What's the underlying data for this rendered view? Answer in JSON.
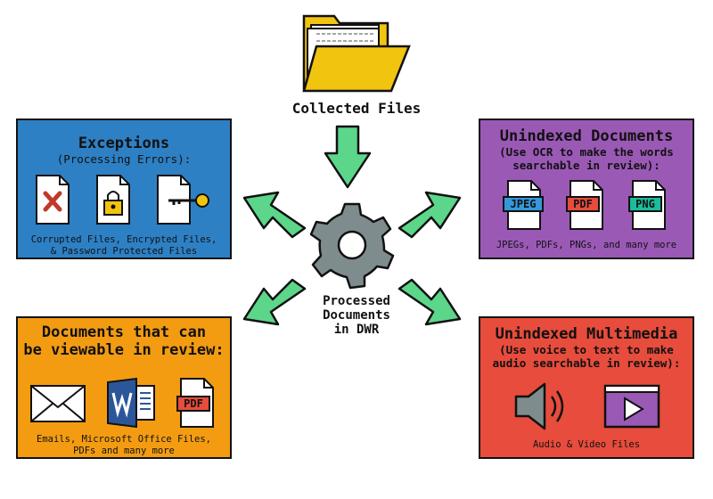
{
  "collected": {
    "label": "Collected Files"
  },
  "processed": {
    "line1": "Processed",
    "line2": "Documents",
    "line3": "in DWR"
  },
  "exceptions": {
    "title": "Exceptions",
    "subtitle": "(Processing Errors):",
    "caption1": "Corrupted Files, Encrypted Files,",
    "caption2": "& Password Protected Files",
    "color": "#2e80c4"
  },
  "unindexed_docs": {
    "title": "Unindexed Documents",
    "subtitle1": "(Use OCR to make the words",
    "subtitle2": "searchable in review):",
    "caption": "JPEGs, PDFs, PNGs, and many more",
    "tags": [
      "JPEG",
      "PDF",
      "PNG"
    ],
    "color": "#9b59b6"
  },
  "viewable_docs": {
    "title1": "Documents that can",
    "title2": "be viewable in review:",
    "caption1": "Emails, Microsoft Office Files,",
    "caption2": "PDFs and many more",
    "pdf_tag": "PDF",
    "color": "#f39c12"
  },
  "multimedia": {
    "title": "Unindexed Multimedia",
    "subtitle1": "(Use voice to text to make",
    "subtitle2": "audio searchable in review):",
    "caption": "Audio & Video Files",
    "color": "#e74c3c"
  },
  "icons": [
    "folder-icon",
    "gear-icon",
    "corrupted-file-icon",
    "encrypted-file-icon",
    "password-file-icon",
    "jpeg-file-icon",
    "pdf-file-icon",
    "png-file-icon",
    "email-icon",
    "word-doc-icon",
    "speaker-icon",
    "video-icon"
  ],
  "arrow_color": "#5cd68a"
}
